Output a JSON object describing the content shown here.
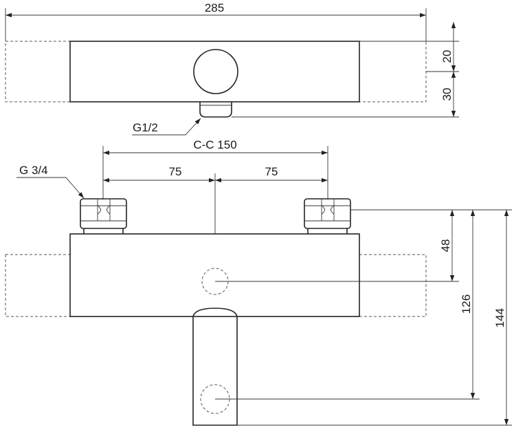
{
  "dimensions": {
    "overall_width": "285",
    "top_height_upper": "20",
    "top_height_lower": "30",
    "outlet_thread": "G1/2",
    "centre_distance": "C-C 150",
    "half_left": "75",
    "half_right": "75",
    "inlet_thread": "G 3/4",
    "dim_48": "48",
    "dim_126": "126",
    "dim_144": "144"
  },
  "colors": {
    "line": "#222222",
    "dashed": "#555555",
    "background": "#ffffff"
  }
}
